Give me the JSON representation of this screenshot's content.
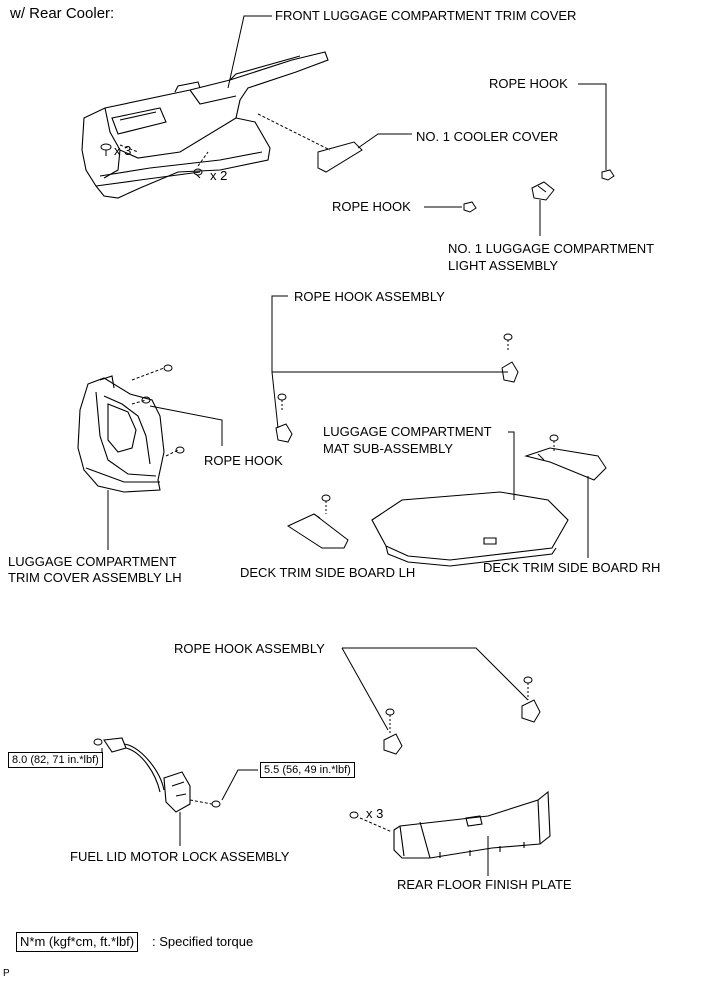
{
  "header": "w/ Rear Cooler:",
  "labels": {
    "front_trim_cover": "FRONT LUGGAGE COMPARTMENT TRIM COVER",
    "rope_hook_top_right": "ROPE HOOK",
    "cooler_cover": "NO. 1 COOLER COVER",
    "rope_hook_mid": "ROPE HOOK",
    "light_assembly_1": "NO. 1 LUGGAGE COMPARTMENT",
    "light_assembly_2": "LIGHT ASSEMBLY",
    "rope_hook_assembly_1": "ROPE HOOK ASSEMBLY",
    "mat_1": "LUGGAGE COMPARTMENT",
    "mat_2": "MAT SUB-ASSEMBLY",
    "rope_hook_left": "ROPE HOOK",
    "trim_cover_lh_1": "LUGGAGE COMPARTMENT",
    "trim_cover_lh_2": "TRIM COVER ASSEMBLY LH",
    "deck_lh": "DECK TRIM SIDE BOARD LH",
    "deck_rh": "DECK TRIM SIDE BOARD RH",
    "rope_hook_assembly_2": "ROPE HOOK ASSEMBLY",
    "fuel_lid": "FUEL LID MOTOR LOCK ASSEMBLY",
    "rear_floor": "REAR FLOOR FINISH PLATE"
  },
  "quantities": {
    "clips_front_a": "x 3",
    "clips_front_b": "x 2",
    "clips_rear": "x 3"
  },
  "torques": {
    "fuel_lid_left": "8.0 (82, 71 in.*lbf)",
    "fuel_lid_right": "5.5 (56, 49 in.*lbf)"
  },
  "legend": {
    "box": "N*m (kgf*cm, ft.*lbf)",
    "text": ": Specified torque"
  },
  "footer_code": "P"
}
